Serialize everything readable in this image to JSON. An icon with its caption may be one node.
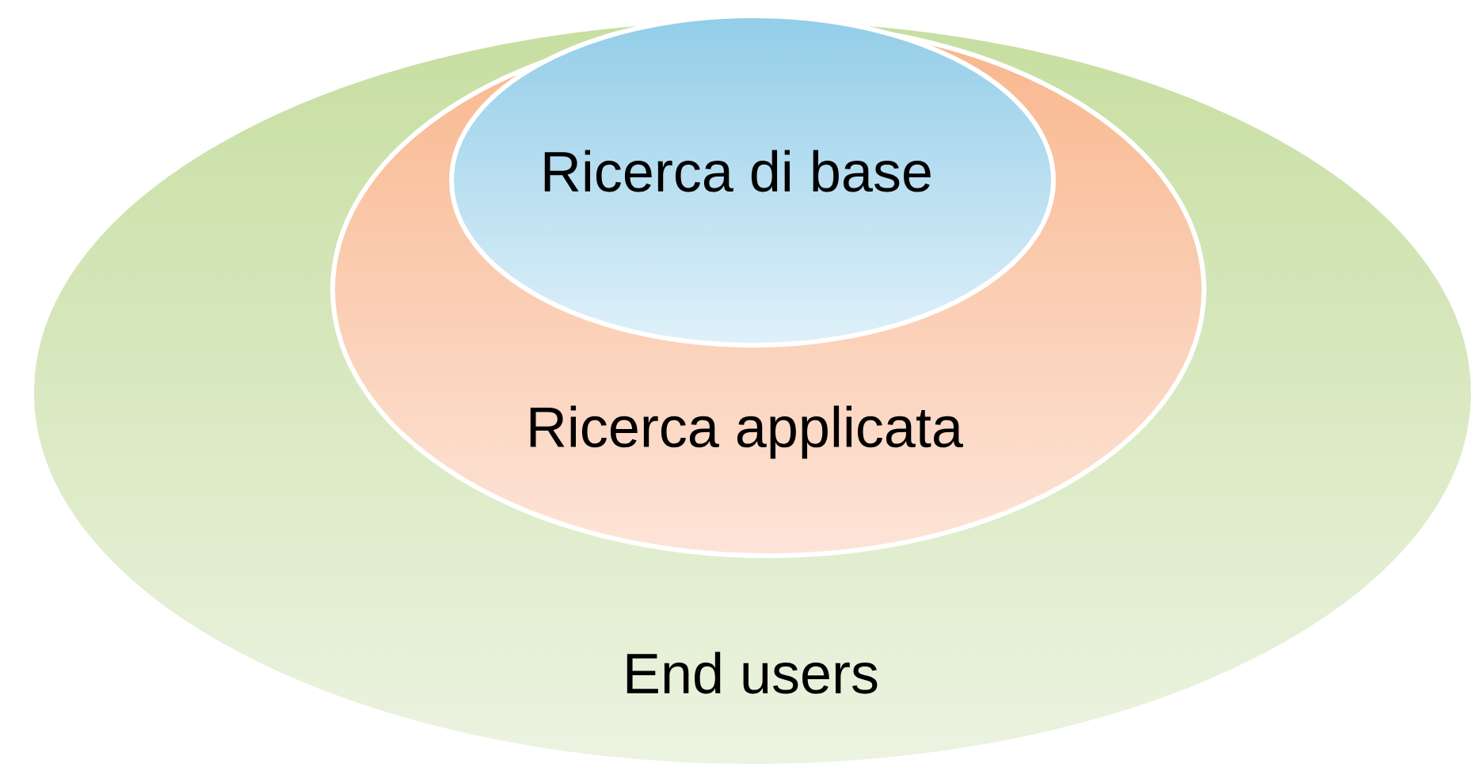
{
  "diagram": {
    "nodes": [
      {
        "text": [
          "End users"
        ]
      },
      {
        "text": [
          "Ricerca applicata"
        ],
        "in": 0
      },
      {
        "text": [
          "Ricerca di base"
        ],
        "in": 1
      }
    ]
  }
}
